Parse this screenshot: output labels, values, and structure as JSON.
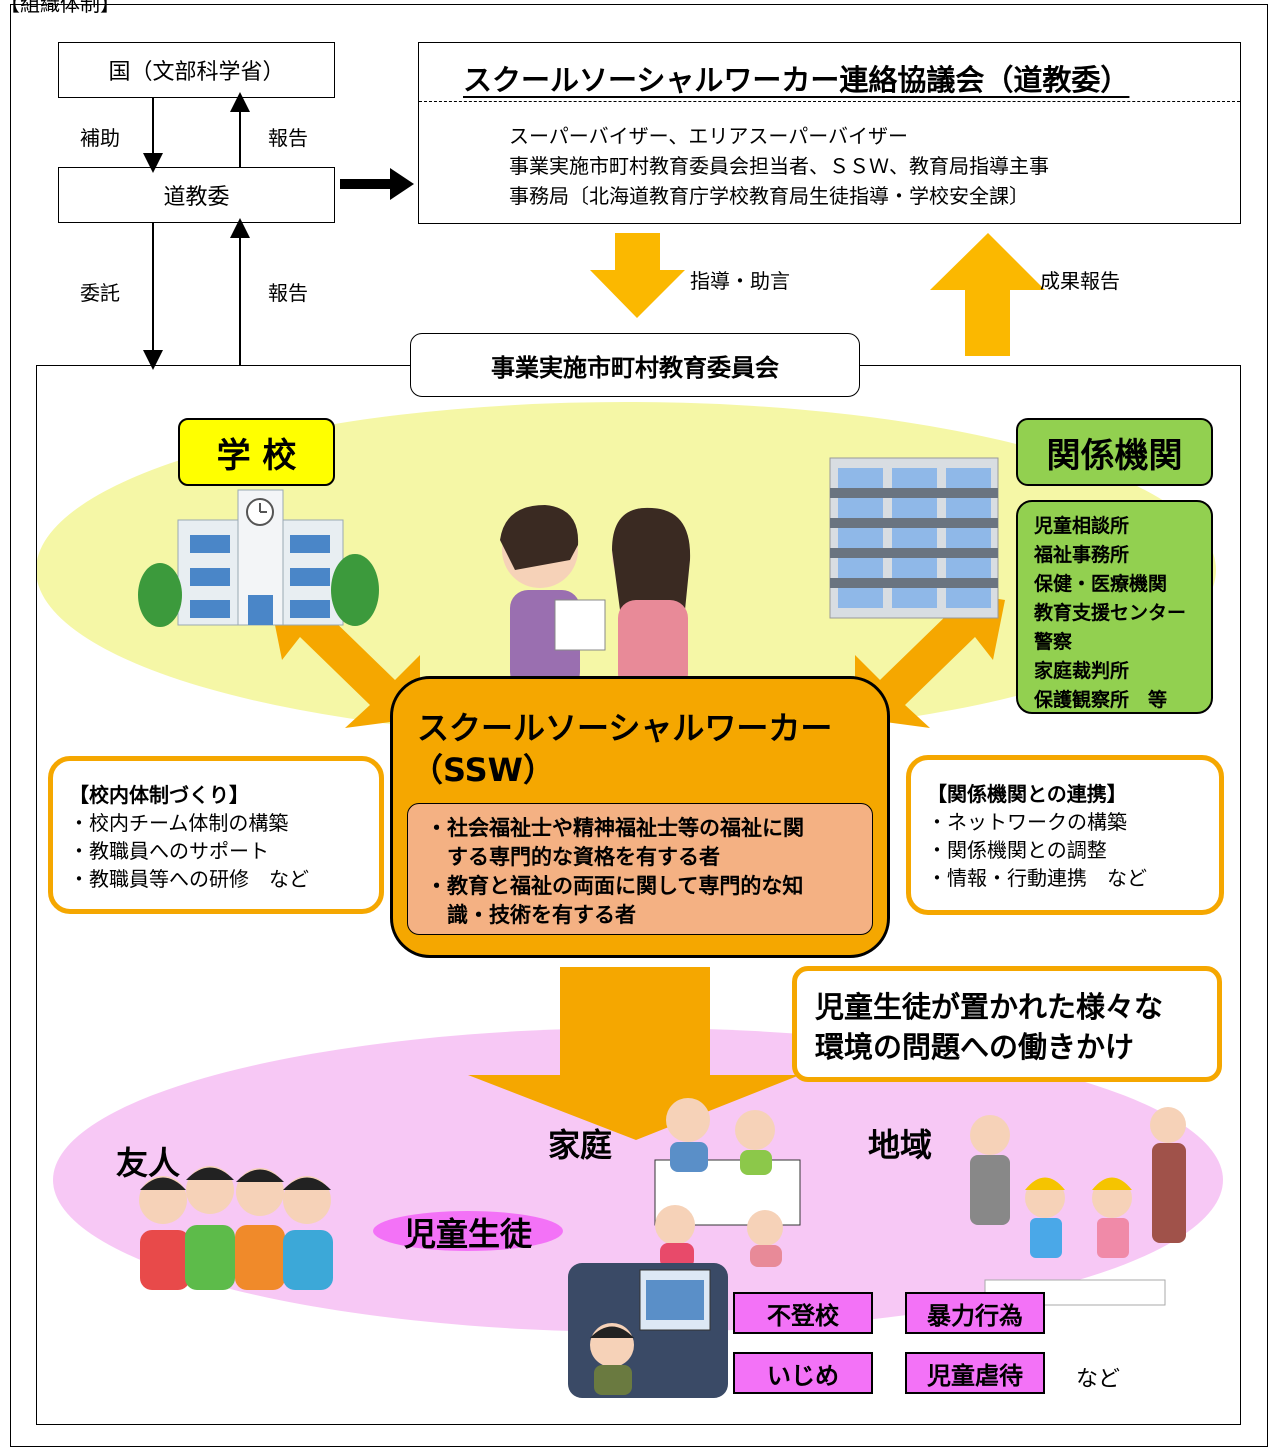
{
  "header_label": "【組織体制】",
  "national": "国（文部科学省）",
  "hokkaido_board": "道教委",
  "arrows": {
    "subsidy": "補助",
    "report_1": "報告",
    "consign": "委託",
    "report_2": "報告",
    "guidance": "指導・助言",
    "results": "成果報告"
  },
  "council": {
    "title": "スクールソーシャルワーカー連絡協議会（道教委）",
    "lines": [
      "スーパーバイザー、エリアスーパーバイザー",
      "事業実施市町村教育委員会担当者、ＳＳＷ、教育局指導主事",
      "事務局〔北海道教育庁学校教育局生徒指導・学校安全課〕"
    ]
  },
  "municipal_board": "事業実施市町村教育委員会",
  "school": "学 校",
  "agencies": {
    "title": "関係機関",
    "items": [
      "児童相談所",
      "福祉事務所",
      "保健・医療機関",
      "教育支援センター",
      "警察",
      "家庭裁判所",
      "保護観察所　等"
    ]
  },
  "ssw": {
    "title_line1": "スクールソーシャルワーカー",
    "title_line2": "（SSW）",
    "quals": [
      "・社会福祉士や精神福祉士等の福祉に関",
      "　する専門的な資格を有する者",
      "・教育と福祉の両面に関して専門的な知",
      "　識・技術を有する者"
    ]
  },
  "school_system": {
    "title": "【校内体制づくり】",
    "items": [
      "・校内チーム体制の構築",
      "・教職員へのサポート",
      "・教職員等への研修　など"
    ]
  },
  "agency_link": {
    "title": "【関係機関との連携】",
    "items": [
      "・ネットワークの構築",
      "・関係機関との調整",
      "・情報・行動連携　など"
    ]
  },
  "environment": {
    "line1": "児童生徒が置かれた様々な",
    "line2": "環境の問題への働きかけ"
  },
  "friends": "友人",
  "family": "家庭",
  "community": "地域",
  "students": "児童生徒",
  "issues": [
    "不登校",
    "暴力行為",
    "いじめ",
    "児童虐待"
  ],
  "issues_etc": "など",
  "colors": {
    "orange": "#f5a700",
    "arrow_orange": "#fbb800",
    "school_yellow": "#ffff00",
    "agency_green": "#92d050",
    "yellow_ellipse": "#f5f7a6",
    "pink_ellipse": "#f7c8f5",
    "pink_label": "#f372f7",
    "ssw_fill": "#f5a700",
    "qual_fill": "#f4b183"
  }
}
